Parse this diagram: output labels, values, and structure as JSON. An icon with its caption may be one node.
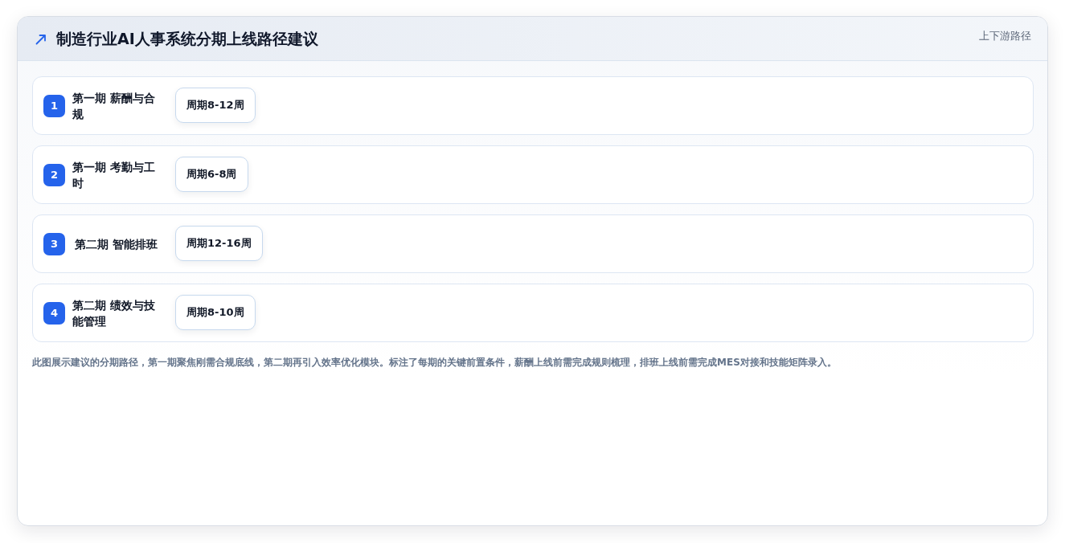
{
  "diagram": {
    "title": "制造行业AI人事系统分期上线路径建议",
    "caption": "此图展示建议的分期路径，第一期聚焦刚需合规底线，第二期再引入效率优化模块。标注了每期的关键前置条件，薪酬上线前需完成规则梳理，排班上线前需完成MES对接和技能矩阵录入。",
    "nodes": [
      {
        "text": [
          "第一期 薪酬与合规"
        ]
      },
      {
        "text": [
          "1"
        ],
        "in": 0
      },
      {
        "text": [
          "周期8-12周"
        ],
        "in": 0
      },
      {
        "text": [
          "第一期 考勤与工时"
        ]
      },
      {
        "text": [
          "2"
        ],
        "in": 3
      },
      {
        "text": [
          "周期6-8周"
        ],
        "in": 3
      },
      {
        "text": [
          "第二期 智能排班"
        ]
      },
      {
        "text": [
          "3"
        ],
        "in": 6
      },
      {
        "text": [
          "周期12-16周"
        ],
        "in": 6
      },
      {
        "text": [
          "第二期 绩效与技能管理"
        ]
      },
      {
        "text": [
          "4"
        ],
        "in": 9
      },
      {
        "text": [
          "周期8-10周"
        ],
        "in": 9
      }
    ],
    "labels": [
      "上下游路径"
    ]
  }
}
